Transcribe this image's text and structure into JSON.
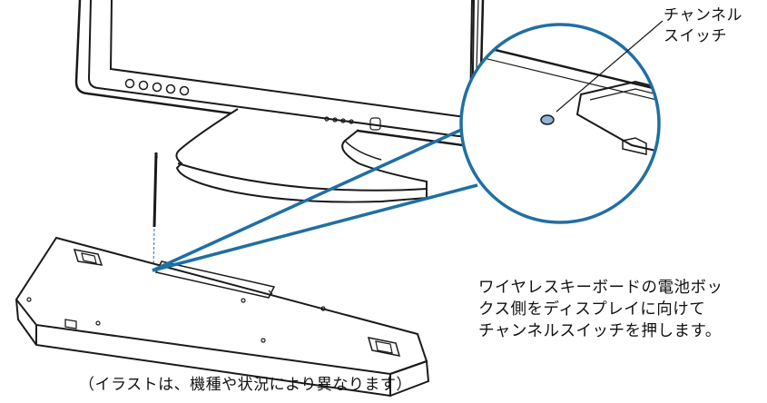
{
  "callout": {
    "line1": "チャンネル",
    "line2": "スイッチ"
  },
  "instruction": {
    "line1": "ワイヤレスキーボードの電池ボッ",
    "line2": "クス側をディスプレイに向けて",
    "line3": "チャンネルスイッチを押します。"
  },
  "caption": "（イラストは、機種や状況により異なります）",
  "colors": {
    "callout_blue": "#1f6fa3",
    "line": "#1a1a1a",
    "switch_fill": "#8fb3d9"
  }
}
